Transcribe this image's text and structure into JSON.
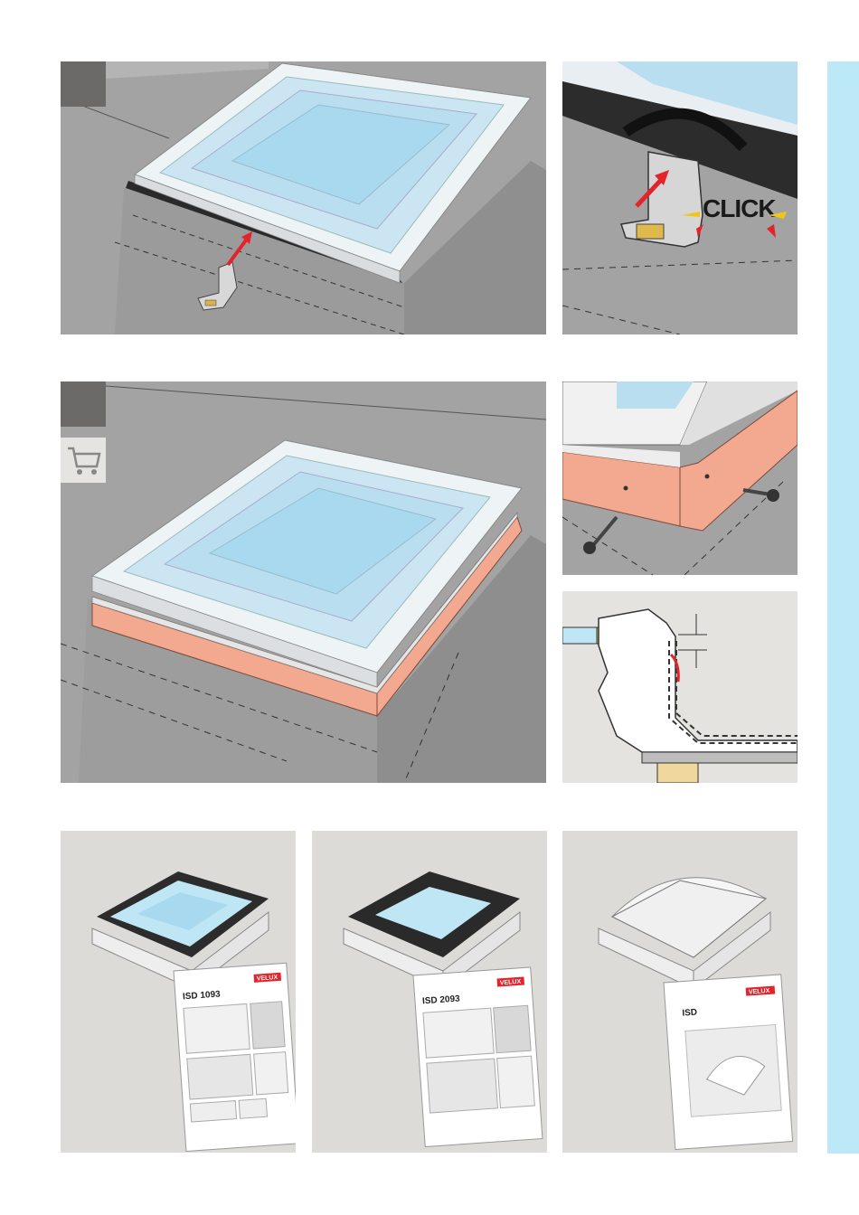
{
  "steps": {
    "click_label": "CLICK"
  },
  "manuals": [
    {
      "title": "ISD 1093",
      "brand": "VELUX"
    },
    {
      "title": "ISD 2093",
      "brand": "VELUX"
    },
    {
      "title": "ISD",
      "brand": "VELUX"
    }
  ],
  "colors": {
    "roof_grey": "#a3a3a3",
    "panel_bg": "#dcdbd8",
    "step_box": "#6b6a69",
    "glass_blue": "#a9d9ee",
    "flashing_copper": "#f3a890",
    "arrow_red": "#e3242b",
    "sidebar_blue": "#bde8f7"
  },
  "icons": [
    "cart-icon",
    "red-arrow-icon",
    "screw-icon",
    "velux-logo"
  ]
}
